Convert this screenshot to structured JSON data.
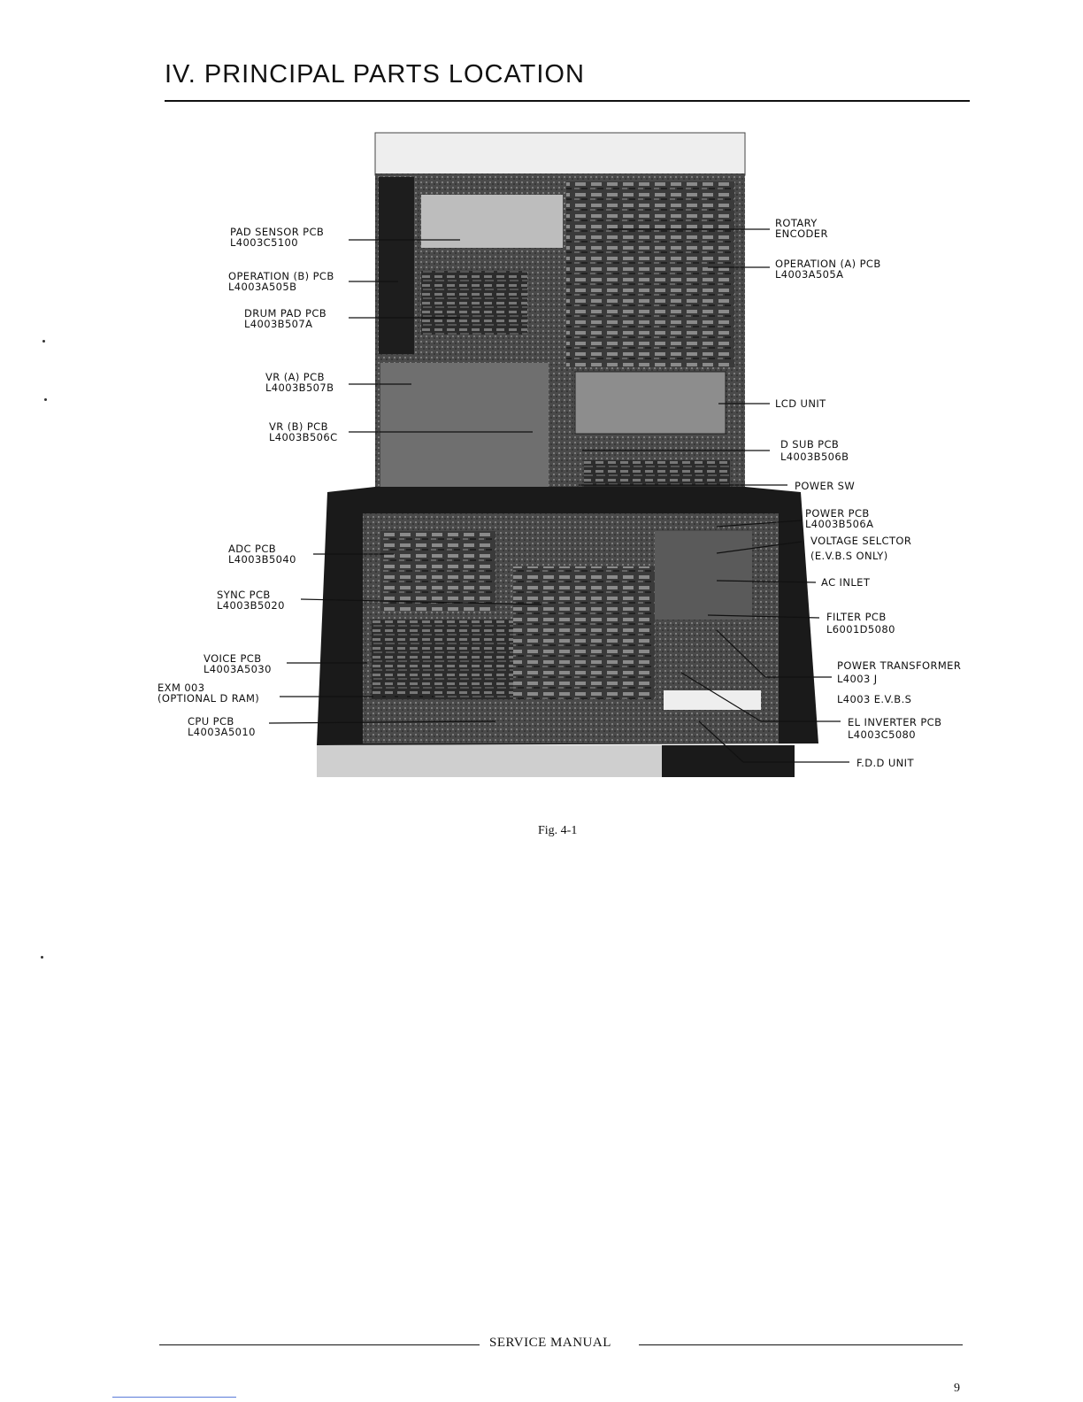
{
  "header": {
    "title": "IV. PRINCIPAL PARTS LOCATION"
  },
  "figure": {
    "caption": "Fig. 4-1",
    "labels_left": [
      {
        "id": "pad-sensor",
        "line1": "PAD SENSOR PCB",
        "line2": "L4003C5100"
      },
      {
        "id": "operation-b",
        "line1": "OPERATION (B) PCB",
        "line2": "L4003A505B"
      },
      {
        "id": "drum-pad",
        "line1": "DRUM PAD PCB",
        "line2": "L4003B507A"
      },
      {
        "id": "vr-a",
        "line1": "VR (A) PCB",
        "line2": "L4003B507B"
      },
      {
        "id": "vr-b",
        "line1": "VR (B) PCB",
        "line2": "L4003B506C"
      },
      {
        "id": "adc",
        "line1": "ADC PCB",
        "line2": "L4003B5040"
      },
      {
        "id": "sync",
        "line1": "SYNC PCB",
        "line2": "L4003B5020"
      },
      {
        "id": "voice",
        "line1": "VOICE PCB",
        "line2": "L4003A5030"
      },
      {
        "id": "exm",
        "line1": "EXM 003",
        "line2": "(OPTIONAL D RAM)"
      },
      {
        "id": "cpu",
        "line1": "CPU PCB",
        "line2": "L4003A5010"
      }
    ],
    "labels_right": [
      {
        "id": "rotary",
        "line1": "ROTARY",
        "line2": "ENCODER"
      },
      {
        "id": "operation-a",
        "line1": "OPERATION (A) PCB",
        "line2": "L4003A505A"
      },
      {
        "id": "lcd",
        "line1": "LCD UNIT",
        "line2": ""
      },
      {
        "id": "dsub",
        "line1": "D SUB PCB",
        "line2": "L4003B506B"
      },
      {
        "id": "power-sw",
        "line1": "POWER SW",
        "line2": ""
      },
      {
        "id": "power-pcb",
        "line1": "POWER PCB",
        "line2": "L4003B506A"
      },
      {
        "id": "voltage",
        "line1": "VOLTAGE SELCTOR",
        "line2": "(E.V.B.S ONLY)"
      },
      {
        "id": "ac-inlet",
        "line1": "AC INLET",
        "line2": ""
      },
      {
        "id": "filter",
        "line1": "FILTER PCB",
        "line2": "L6001D5080"
      },
      {
        "id": "transformer",
        "line1": "POWER TRANSFORMER",
        "line2": "L4003 J",
        "line3": "L4003 E.V.B.S"
      },
      {
        "id": "el-inverter",
        "line1": "EL INVERTER PCB",
        "line2": "L4003C5080"
      },
      {
        "id": "fdd",
        "line1": "F.D.D UNIT",
        "line2": ""
      }
    ]
  },
  "footer": {
    "text": "SERVICE MANUAL",
    "page": "9"
  }
}
